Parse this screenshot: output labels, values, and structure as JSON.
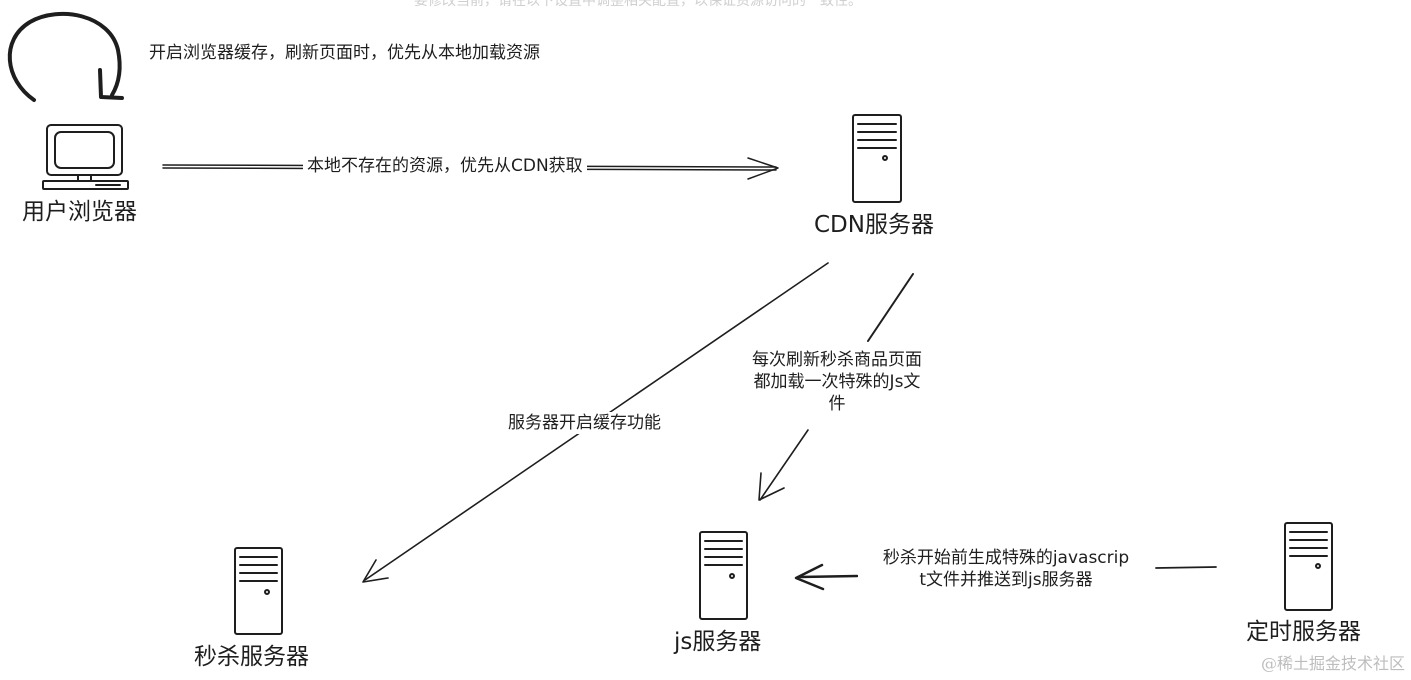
{
  "top_faded_text": "要修改当前，请在以下设置中调整相关配置，以保证资源访问的一致性。",
  "watermark": "@稀土掘金技术社区",
  "nodes": {
    "browser": "用户浏览器",
    "cdn": "CDN服务器",
    "seckill": "秒杀服务器",
    "js": "js服务器",
    "timer": "定时服务器"
  },
  "edges": {
    "browser_cache": "开启浏览器缓存，刷新页面时，优先从本地加载资源",
    "browser_to_cdn": "本地不存在的资源，优先从CDN获取",
    "cdn_to_seckill": "服务器开启缓存功能",
    "cdn_to_js_line1": "每次刷新秒杀商品页面",
    "cdn_to_js_line2": "都加载一次特殊的Js文",
    "cdn_to_js_line3": "件",
    "timer_to_js_line1": "秒杀开始前生成特殊的javascrip",
    "timer_to_js_line2": "t文件并推送到js服务器"
  },
  "colors": {
    "stroke": "#1e1e1e",
    "background": "#ffffff"
  }
}
